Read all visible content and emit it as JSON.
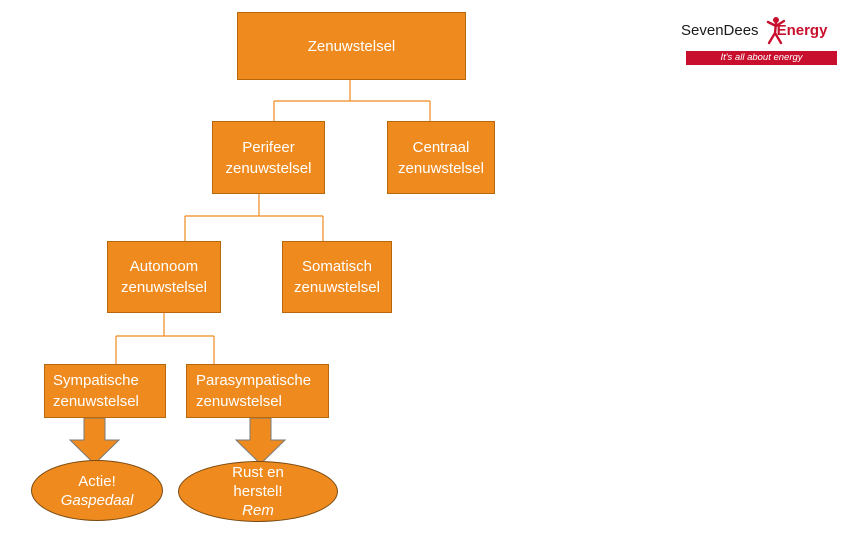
{
  "logo": {
    "brand_part1": "SevenDees",
    "brand_part2": "Energy",
    "tagline": "It's all about energy",
    "brand_color": "#C8102E"
  },
  "colors": {
    "box_fill": "#EE8A1E",
    "box_border": "#B8680C",
    "connector": "#EE8A1E"
  },
  "nodes": {
    "zenuwstelsel": {
      "line1": "Zenuwstelsel"
    },
    "perifeer": {
      "line1": "Perifeer",
      "line2": "zenuwstelsel"
    },
    "centraal": {
      "line1": "Centraal",
      "line2": "zenuwstelsel"
    },
    "autonoom": {
      "line1": "Autonoom",
      "line2": "zenuwstelsel"
    },
    "somatisch": {
      "line1": "Somatisch",
      "line2": "zenuwstelsel"
    },
    "sympatisch": {
      "line1": "Sympatische",
      "line2": "zenuwstelsel"
    },
    "parasympatisch": {
      "line1": "Parasympatische",
      "line2": "zenuwstelsel"
    }
  },
  "outcomes": {
    "actie": {
      "line1": "Actie!",
      "sub": "Gaspedaal"
    },
    "rust": {
      "line1": "Rust en",
      "line2": "herstel!",
      "sub": "Rem"
    }
  }
}
